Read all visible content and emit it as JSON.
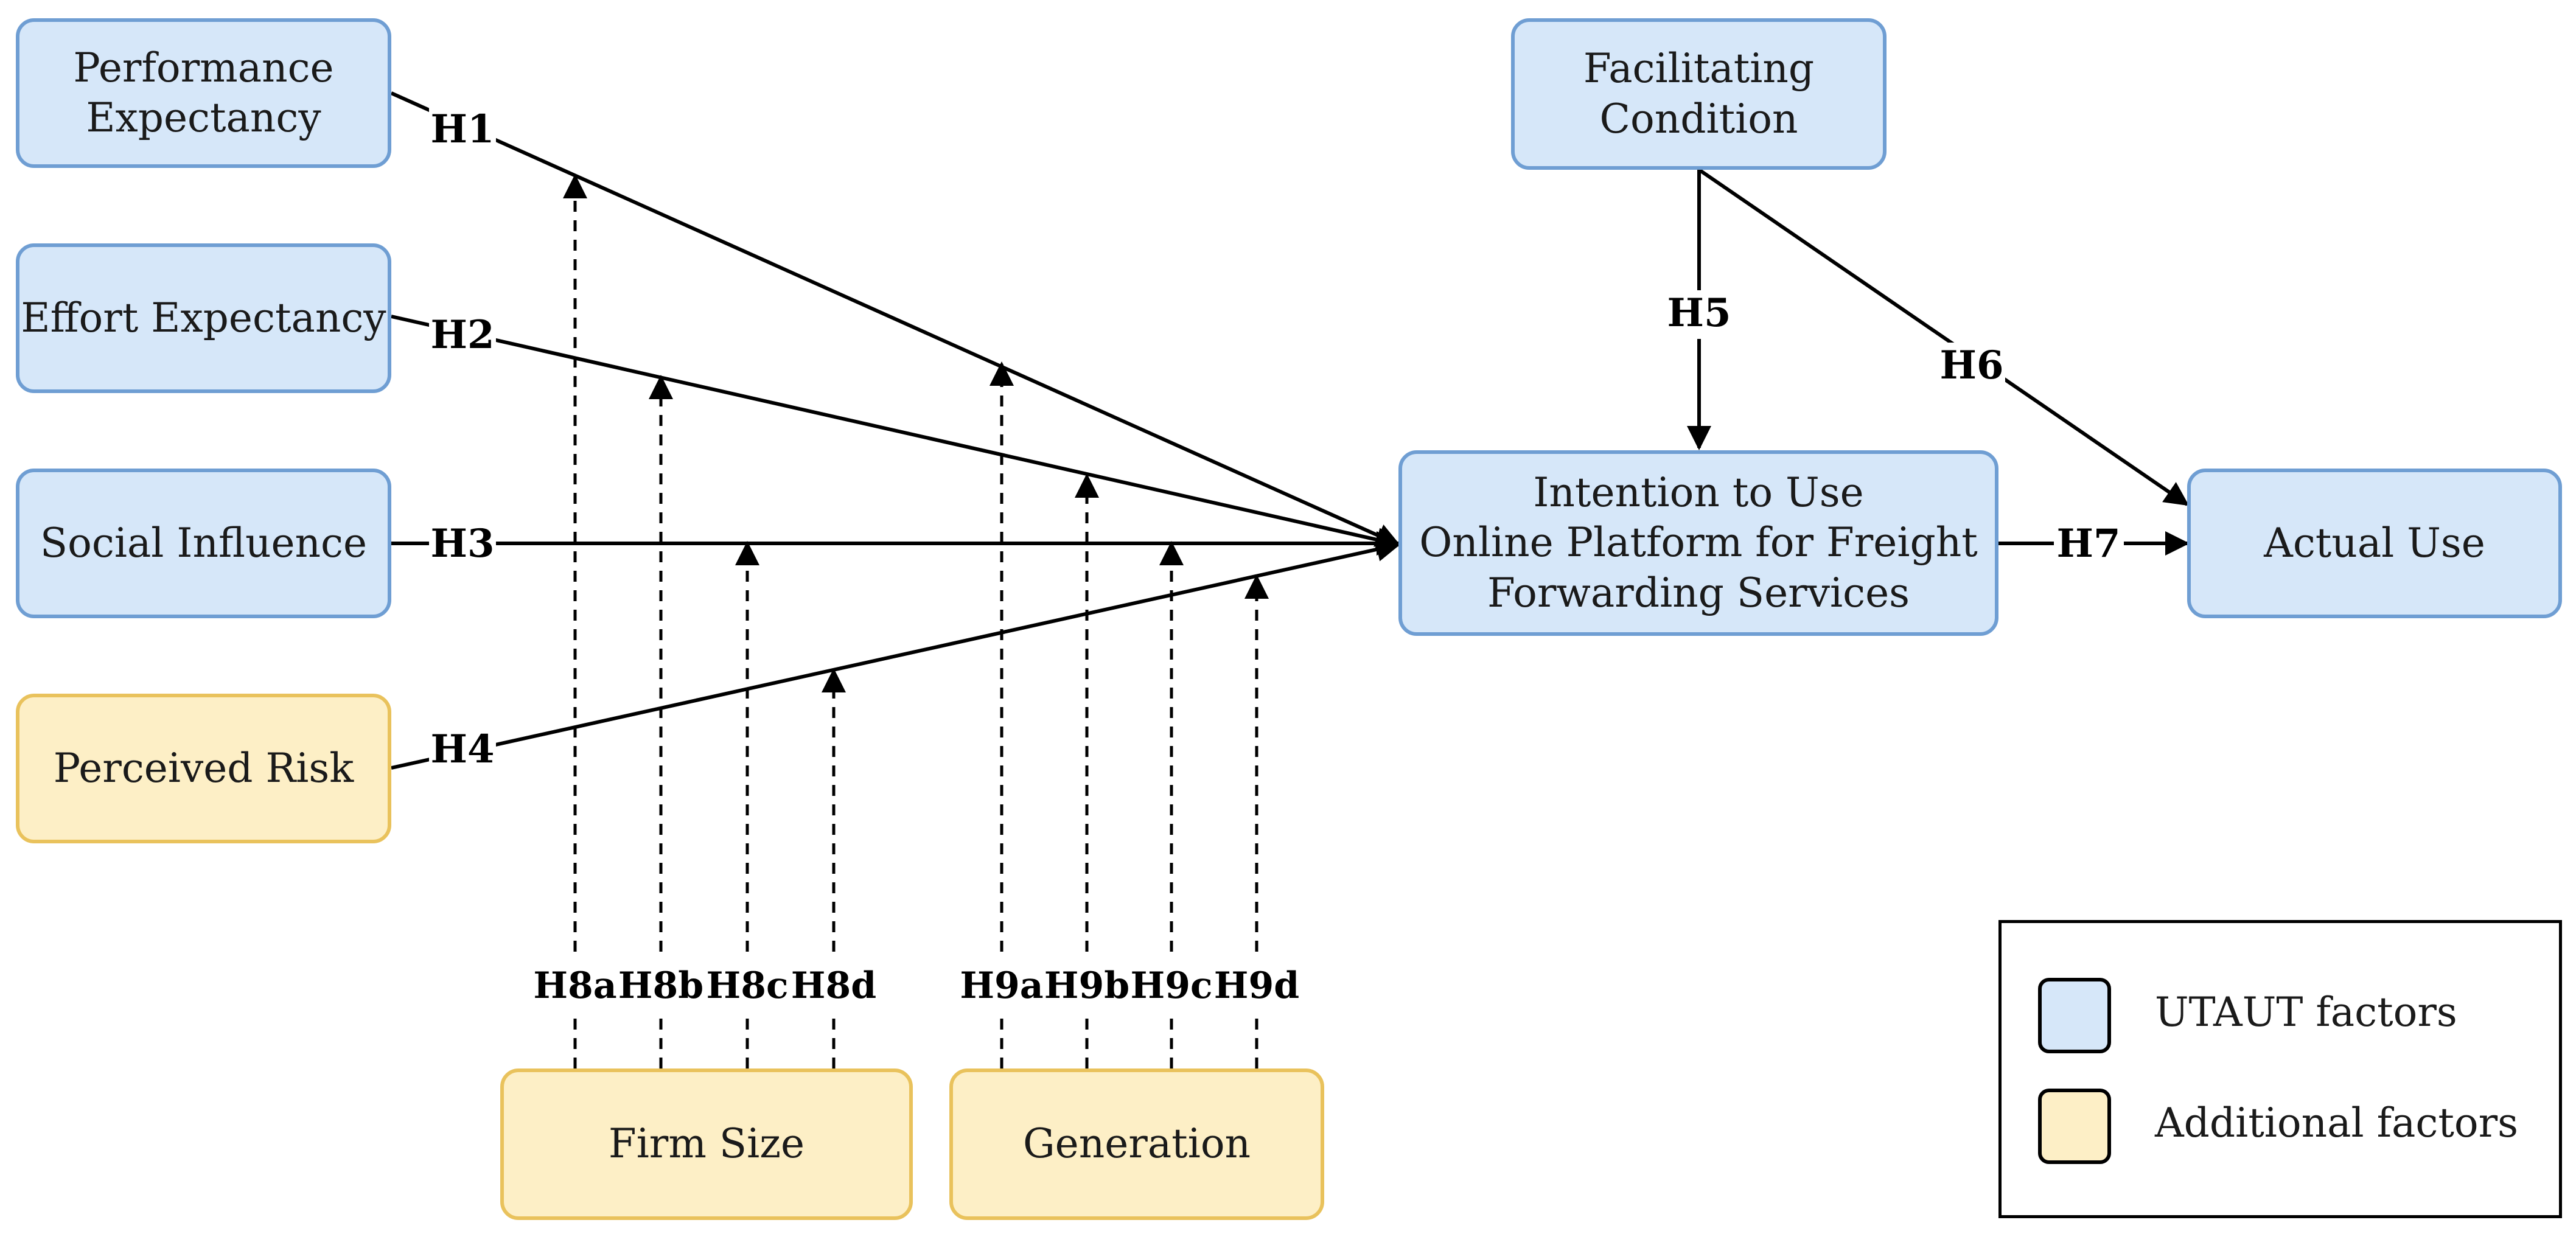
{
  "nodes": {
    "performance_expectancy": "Performance\nExpectancy",
    "effort_expectancy": "Effort Expectancy",
    "social_influence": "Social Influence",
    "perceived_risk": "Perceived Risk",
    "facilitating_condition": "Facilitating\nCondition",
    "intention_to_use": "Intention to Use\nOnline Platform for Freight\nForwarding Services",
    "actual_use": "Actual Use",
    "firm_size": "Firm Size",
    "generation": "Generation"
  },
  "hypotheses": {
    "h1": "H1",
    "h2": "H2",
    "h3": "H3",
    "h4": "H4",
    "h5": "H5",
    "h6": "H6",
    "h7": "H7",
    "h8a": "H8a",
    "h8b": "H8b",
    "h8c": "H8c",
    "h8d": "H8d",
    "h9a": "H9a",
    "h9b": "H9b",
    "h9c": "H9c",
    "h9d": "H9d"
  },
  "legend": {
    "utaut": "UTAUT factors",
    "additional": "Additional factors"
  },
  "colors": {
    "utaut_fill": "#d6e7f9",
    "utaut_border": "#6f9ed3",
    "additional_fill": "#fdefc6",
    "additional_border": "#e9c25c"
  }
}
